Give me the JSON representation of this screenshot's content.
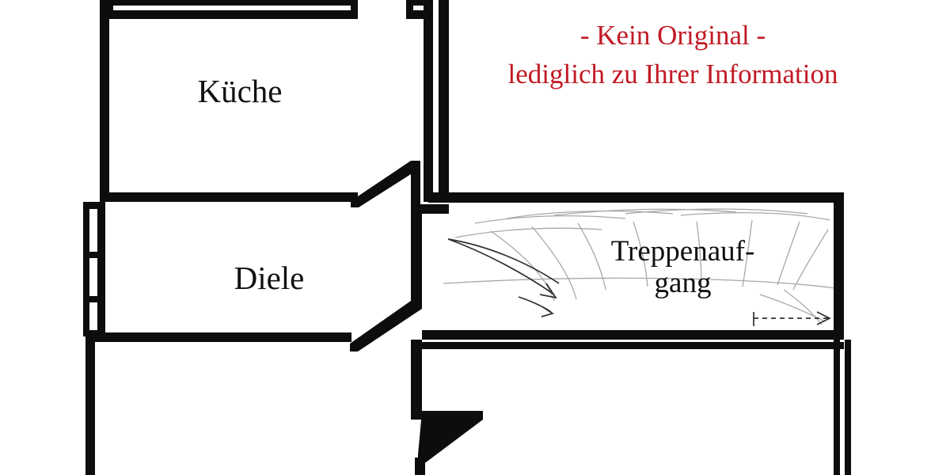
{
  "document": {
    "type": "floor-plan",
    "language": "de"
  },
  "watermark": {
    "line1": "- Kein Original -",
    "line2": "lediglich zu Ihrer Information",
    "color": "#c11a24"
  },
  "rooms": [
    {
      "id": "kueche",
      "label": "Küche"
    },
    {
      "id": "diele",
      "label": "Diele"
    },
    {
      "id": "treppenaufgang",
      "label_line1": "Treppenauf-",
      "label_line2": "gang"
    }
  ],
  "style": {
    "wall_color": "#0d0d0d",
    "background": "#ffffff",
    "stair_line_color": "#8d8d8d"
  }
}
